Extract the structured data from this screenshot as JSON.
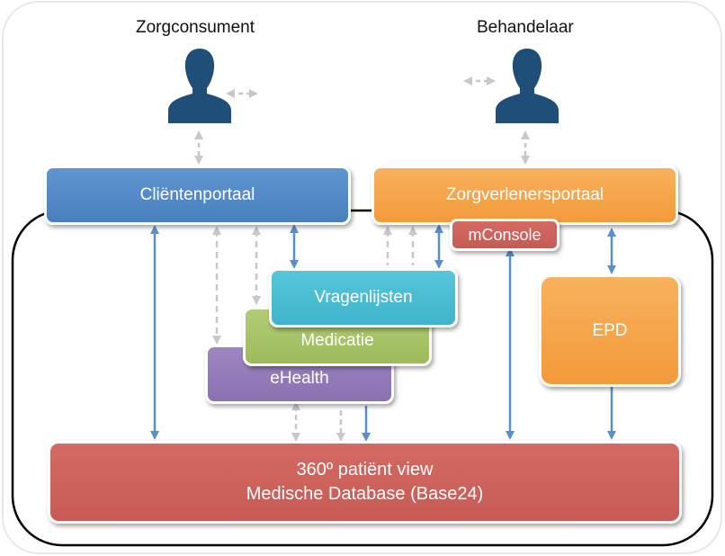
{
  "actors": {
    "consumer": "Zorgconsument",
    "practitioner": "Behandelaar"
  },
  "boxes": {
    "client_portal": "Cliëntenportaal",
    "practitioner_portal": "Zorgverlenersportaal",
    "mconsole": "mConsole",
    "questionnaires": "Vragenlijsten",
    "medication": "Medicatie",
    "ehealth": "eHealth",
    "epd": "EPD",
    "database_line1": "360º patiënt view",
    "database_line2": "Medische Database (Base24)"
  },
  "icons": {
    "consumer": "person-silhouette-icon",
    "practitioner": "person-silhouette-icon"
  },
  "colors": {
    "client_portal": "#5b8fcb",
    "practitioner_portal": "#f7a64d",
    "mconsole": "#cf615c",
    "questionnaires": "#4bbdd3",
    "medication": "#a6c366",
    "ehealth": "#947cb8",
    "epd": "#f7a64d",
    "database": "#cd635d",
    "solid_arrow": "#5b8fcb",
    "dashed_arrow": "#c8c8c8",
    "person": "#1f4e79"
  }
}
